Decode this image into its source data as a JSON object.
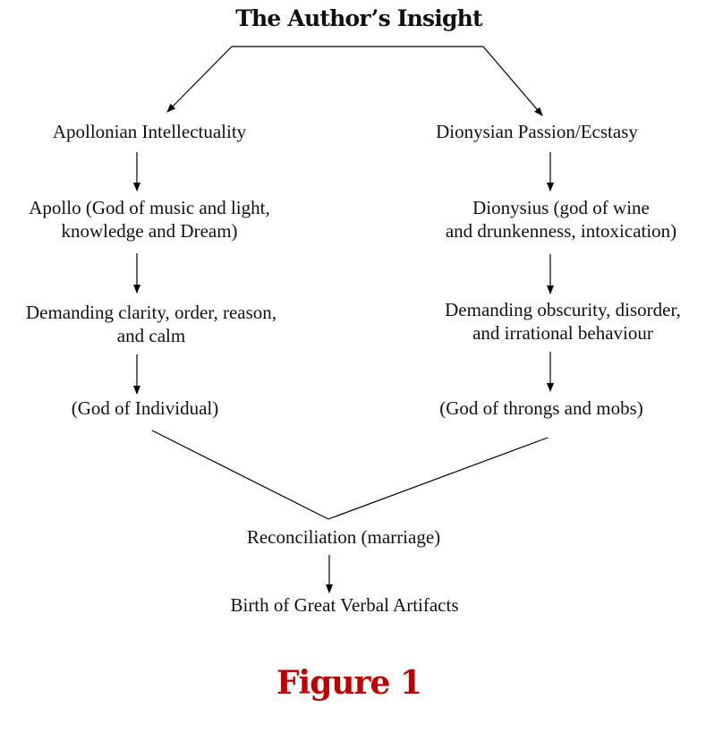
{
  "title": "The Author’s Insight",
  "left_column": [
    {
      "lines": [
        "Apollonian Intellectuality"
      ]
    },
    {
      "lines": [
        "Apollo (God of music and light,",
        "knowledge and Dream)"
      ]
    },
    {
      "lines": [
        "Demanding clarity, order, reason,",
        "and calm"
      ]
    },
    {
      "lines": [
        "(God of Individual)"
      ]
    }
  ],
  "right_column": [
    {
      "lines": [
        "Dionysian Passion/Ecstasy"
      ]
    },
    {
      "lines": [
        "Dionysius (god of wine",
        "and drunkenness, intoxication)"
      ]
    },
    {
      "lines": [
        "Demanding obscurity, disorder,",
        "and irrational behaviour"
      ]
    },
    {
      "lines": [
        "(God of throngs and mobs)"
      ]
    }
  ],
  "reconciliation": "Reconciliation (marriage)",
  "outcome": "Birth of Great Verbal Artifacts",
  "caption": "Figure 1",
  "colors": {
    "caption": "#c00000",
    "text": "#111111",
    "lines": "#000000"
  }
}
